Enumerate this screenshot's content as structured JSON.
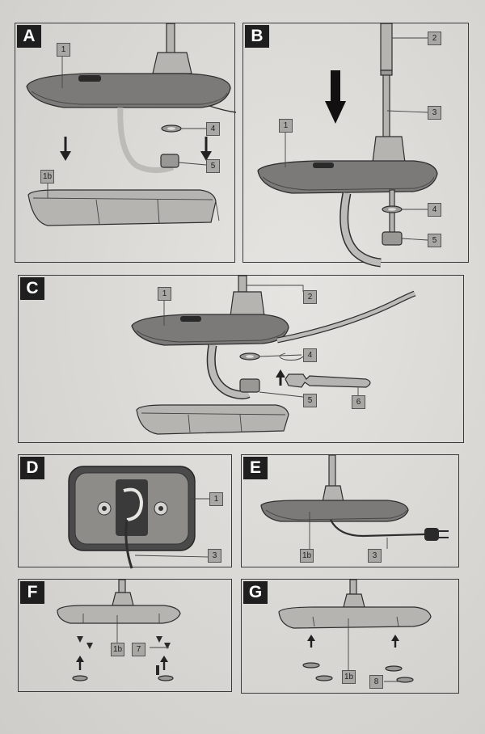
{
  "panels": [
    {
      "letter": "A",
      "callouts": [
        "1",
        "4",
        "5",
        "1b"
      ]
    },
    {
      "letter": "B",
      "callouts": [
        "2",
        "1",
        "3",
        "4",
        "5"
      ]
    },
    {
      "letter": "C",
      "callouts": [
        "1",
        "2",
        "4",
        "5",
        "6"
      ]
    },
    {
      "letter": "D",
      "callouts": [
        "1",
        "3"
      ]
    },
    {
      "letter": "E",
      "callouts": [
        "1b",
        "3"
      ]
    },
    {
      "letter": "F",
      "callouts": [
        "1b",
        "7"
      ]
    },
    {
      "letter": "G",
      "callouts": [
        "1b",
        "8"
      ]
    }
  ]
}
